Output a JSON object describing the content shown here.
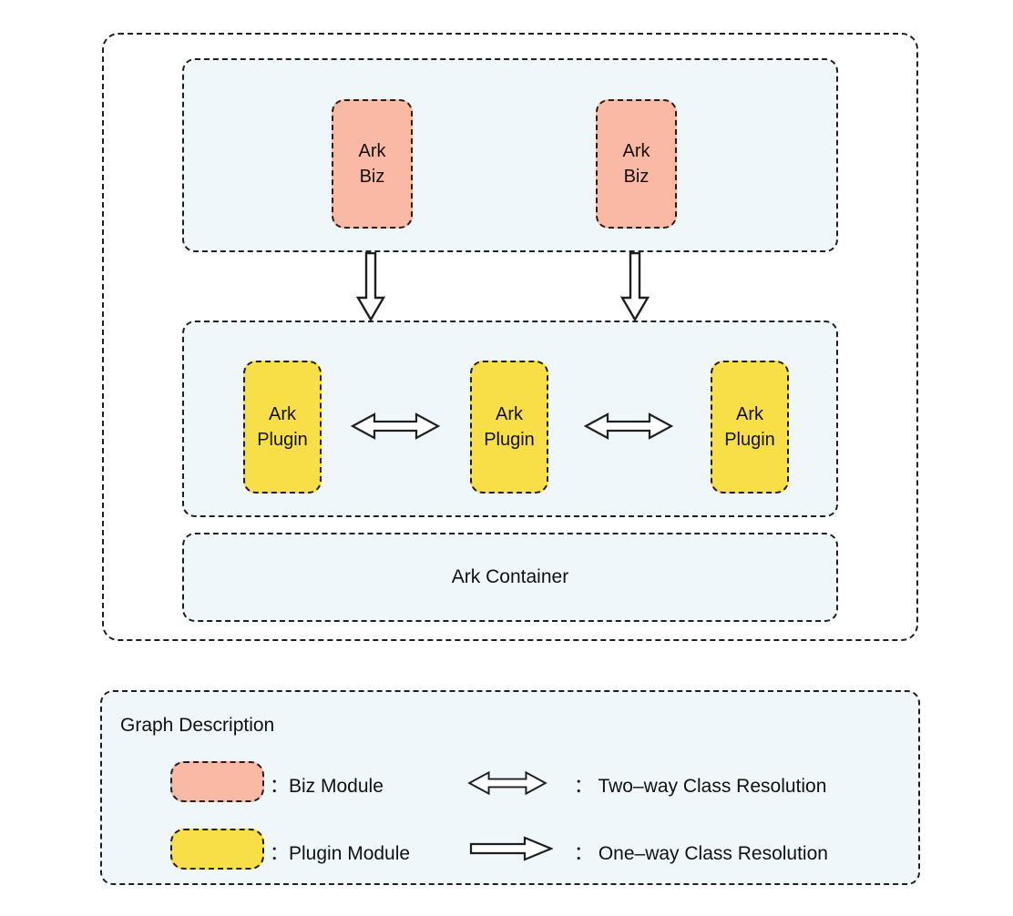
{
  "colors": {
    "biz_fill": "#F9B9A5",
    "plugin_fill": "#F9DF47",
    "panel_fill": "#F0F7FB",
    "border": "#1F1F1F"
  },
  "architecture": {
    "biz_boxes": [
      {
        "label": "Ark\nBiz"
      },
      {
        "label": "Ark\nBiz"
      }
    ],
    "plugin_boxes": [
      {
        "label": "Ark\nPlugin"
      },
      {
        "label": "Ark\nPlugin"
      },
      {
        "label": "Ark\nPlugin"
      }
    ],
    "container_label": "Ark Container"
  },
  "legend": {
    "title": "Graph Description",
    "biz_row": {
      "swatch": "biz-module-swatch",
      "label": "：Biz Module",
      "arrow": "two-way-arrow",
      "arrow_label": "： Two–way Class Resolution"
    },
    "plugin_row": {
      "swatch": "plugin-module-swatch",
      "label": "：Plugin Module",
      "arrow": "one-way-arrow",
      "arrow_label": "： One–way Class Resolution"
    }
  }
}
